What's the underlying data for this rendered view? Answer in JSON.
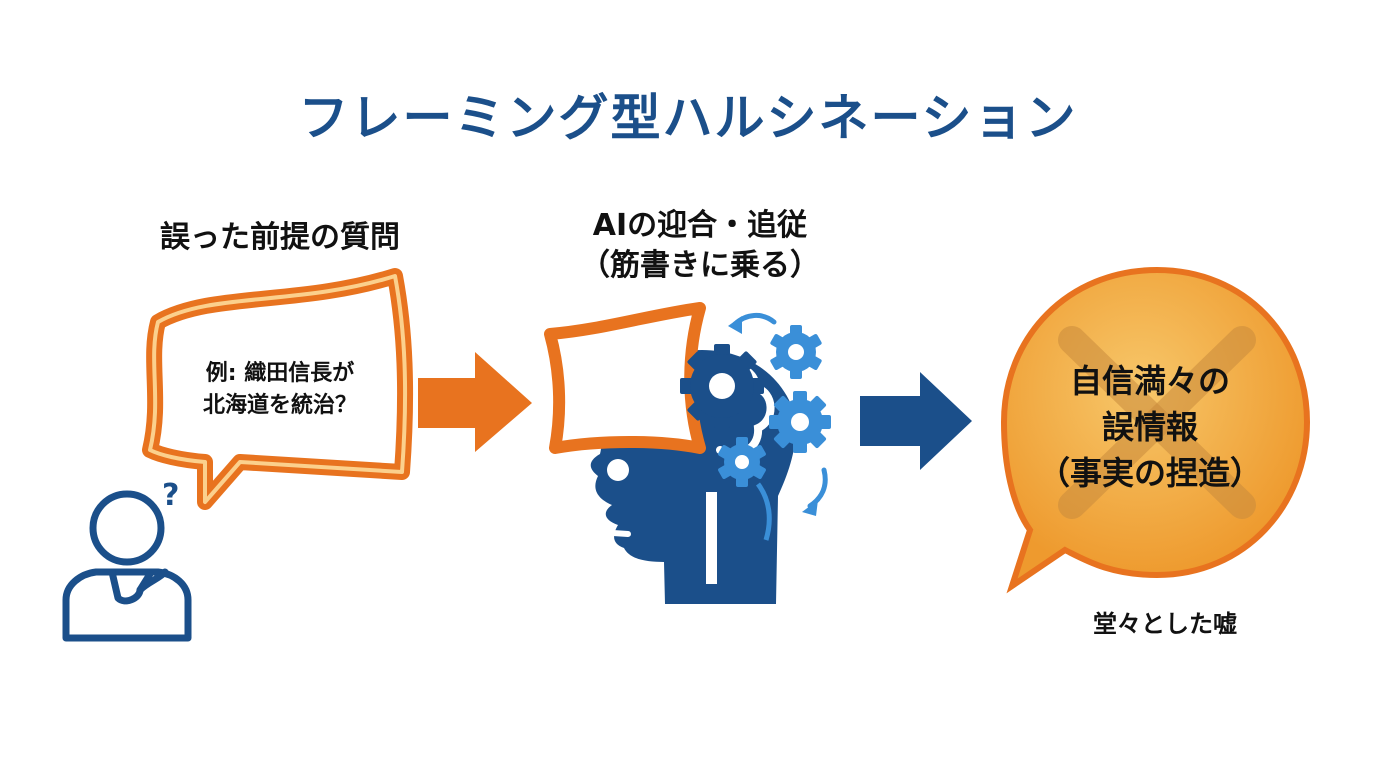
{
  "title": "フレーミング型ハルシネーション",
  "question": {
    "heading": "誤った前提の質問",
    "bubble_lines": [
      "例: 織田信長が",
      "北海道を統治？"
    ],
    "mark": "?"
  },
  "ai": {
    "heading_lines": [
      "AIの迎合・追従",
      "（筋書きに乗る）"
    ]
  },
  "result": {
    "bubble_lines": [
      "自信満々の",
      "誤情報",
      "（事実の捏造）"
    ],
    "caption": "堂々とした嘘"
  },
  "colors": {
    "navy": "#1b4f8a",
    "orange": "#e8731f",
    "light_blue": "#3a8fd8",
    "result_fill": "#f2a23a"
  }
}
